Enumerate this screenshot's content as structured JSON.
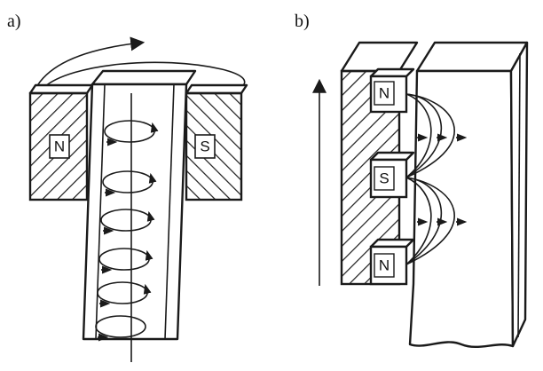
{
  "panels": [
    {
      "id": "a",
      "label": "a)"
    },
    {
      "id": "b",
      "label": "b)"
    }
  ],
  "panel_a": {
    "pole_left": "N",
    "pole_right": "S"
  },
  "panel_b": {
    "poles": [
      "N",
      "S",
      "N"
    ]
  },
  "colors": {
    "line": "#1a1a1a",
    "background": "#ffffff"
  }
}
